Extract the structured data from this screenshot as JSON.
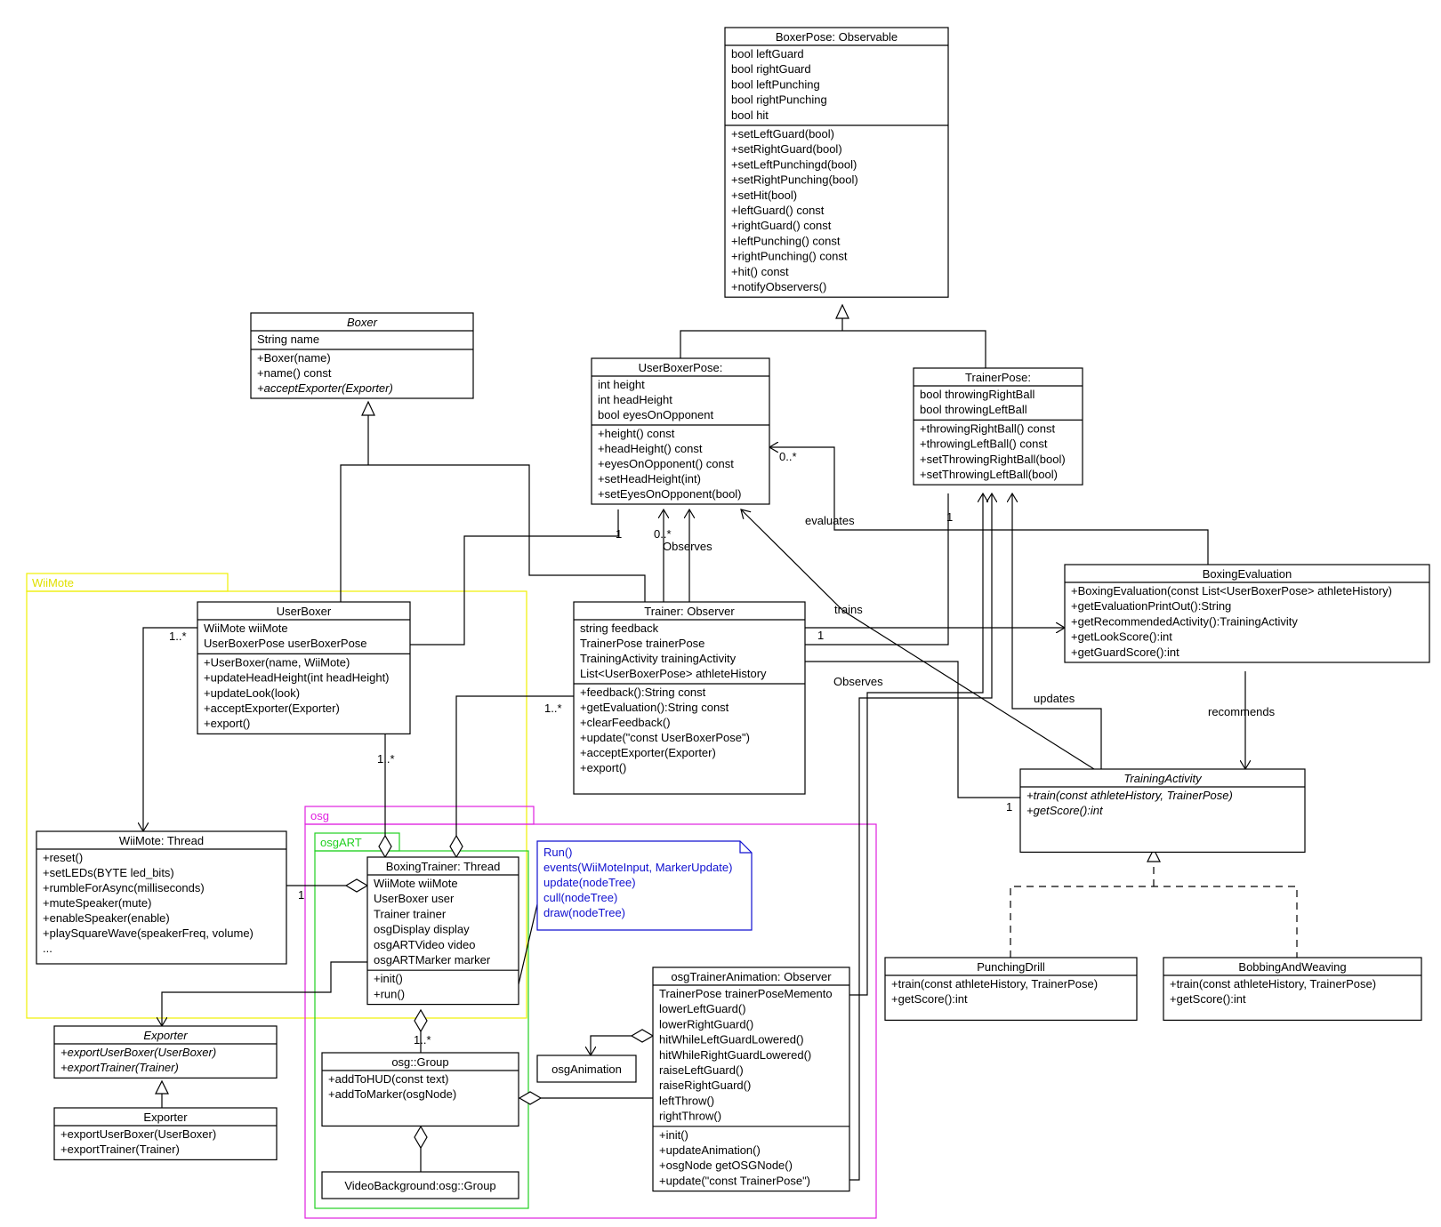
{
  "packages": [
    {
      "id": "wiimote",
      "name": "WiiMote",
      "color": "#f0f000"
    },
    {
      "id": "osg",
      "name": "osg",
      "color": "#e020e0"
    },
    {
      "id": "osgart",
      "name": "osgART",
      "color": "#20d020"
    }
  ],
  "classes": [
    {
      "id": "boxerpose",
      "name": "BoxerPose: Observable",
      "abstract": false,
      "attributes": [
        "bool leftGuard",
        "bool rightGuard",
        "bool leftPunching",
        "bool rightPunching",
        "bool hit"
      ],
      "methods": [
        "+setLeftGuard(bool)",
        "+setRightGuard(bool)",
        "+setLeftPunchingd(bool)",
        "+setRightPunching(bool)",
        "+setHit(bool)",
        "+leftGuard() const",
        "+rightGuard() const",
        "+leftPunching() const",
        "+rightPunching() const",
        "+hit() const",
        "+notifyObservers()"
      ]
    },
    {
      "id": "boxer",
      "name": "Boxer",
      "abstract": true,
      "attributes": [
        "String name"
      ],
      "methods": [
        "+Boxer(name)",
        "+name() const",
        "+acceptExporter(Exporter)"
      ],
      "italicMethods": [
        2
      ]
    },
    {
      "id": "userboxerpose",
      "name": "UserBoxerPose:",
      "abstract": false,
      "attributes": [
        "int height",
        "int headHeight",
        "bool eyesOnOpponent"
      ],
      "methods": [
        "+height() const",
        "+headHeight() const",
        "+eyesOnOpponent() const",
        "+setHeadHeight(int)",
        "+setEyesOnOpponent(bool)"
      ]
    },
    {
      "id": "trainerpose",
      "name": "TrainerPose:",
      "abstract": false,
      "attributes": [
        "bool throwingRightBall",
        "bool throwingLeftBall"
      ],
      "methods": [
        "+throwingRightBall() const",
        "+throwingLeftBall() const",
        "+setThrowingRightBall(bool)",
        "+setThrowingLeftBall(bool)"
      ]
    },
    {
      "id": "userboxer",
      "name": "UserBoxer",
      "abstract": false,
      "attributes": [
        "WiiMote wiiMote",
        "UserBoxerPose userBoxerPose"
      ],
      "methods": [
        "+UserBoxer(name, WiiMote)",
        "+updateHeadHeight(int headHeight)",
        "+updateLook(look)",
        "+acceptExporter(Exporter)",
        "+export()"
      ]
    },
    {
      "id": "trainer",
      "name": "Trainer: Observer",
      "abstract": false,
      "attributes": [
        "string feedback",
        "TrainerPose trainerPose",
        "TrainingActivity trainingActivity",
        "List<UserBoxerPose> athleteHistory"
      ],
      "methods": [
        "+feedback():String const",
        "+getEvaluation():String const",
        "+clearFeedback()",
        "+update(\"const UserBoxerPose\")",
        "+acceptExporter(Exporter)",
        "+export()"
      ]
    },
    {
      "id": "boxingevaluation",
      "name": "BoxingEvaluation",
      "abstract": false,
      "attributes": [],
      "methods": [
        "+BoxingEvaluation(const List<UserBoxerPose> athleteHistory)",
        "+getEvaluationPrintOut():String",
        "+getRecommendedActivity():TrainingActivity",
        "+getLookScore():int",
        "+getGuardScore():int"
      ]
    },
    {
      "id": "trainingactivity",
      "name": "TrainingActivity",
      "abstract": true,
      "attributes": [],
      "methods": [
        "+train(const athleteHistory, TrainerPose)",
        "+getScore():int"
      ],
      "italicMethods": [
        0,
        1
      ]
    },
    {
      "id": "wiimotethread",
      "name": "WiiMote: Thread",
      "abstract": false,
      "attributes": [],
      "methods": [
        "+reset()",
        "+setLEDs(BYTE led_bits)",
        "+rumbleForAsync(milliseconds)",
        "+muteSpeaker(mute)",
        "+enableSpeaker(enable)",
        "+playSquareWave(speakerFreq, volume)",
        "..."
      ]
    },
    {
      "id": "boxingtrainer",
      "name": "BoxingTrainer: Thread",
      "abstract": false,
      "attributes": [
        "WiiMote wiiMote",
        "UserBoxer user",
        "Trainer trainer",
        "osgDisplay display",
        "osgARTVideo video",
        "osgARTMarker marker"
      ],
      "methods": [
        "+init()",
        "+run()"
      ]
    },
    {
      "id": "exporter1",
      "name": "Exporter",
      "abstract": true,
      "attributes": [],
      "methods": [
        "+exportUserBoxer(UserBoxer)",
        "+exportTrainer(Trainer)"
      ],
      "italicMethods": [
        0,
        1
      ]
    },
    {
      "id": "exporter2",
      "name": "Exporter",
      "abstract": false,
      "attributes": [],
      "methods": [
        "+exportUserBoxer(UserBoxer)",
        "+exportTrainer(Trainer)"
      ]
    },
    {
      "id": "osggroup",
      "name": "osg::Group",
      "abstract": false,
      "attributes": [],
      "methods": [
        "+addToHUD(const text)",
        "+addToMarker(osgNode)"
      ]
    },
    {
      "id": "videobackground",
      "name": "VideoBackground:osg::Group",
      "abstract": false,
      "attributes": [],
      "methods": []
    },
    {
      "id": "osganimation",
      "name": "osgAnimation",
      "abstract": false,
      "attributes": [],
      "methods": []
    },
    {
      "id": "osgtraineranimation",
      "name": "osgTrainerAnimation: Observer",
      "abstract": false,
      "attributes": [
        "TrainerPose trainerPoseMemento",
        "lowerLeftGuard()",
        "lowerRightGuard()",
        "hitWhileLeftGuardLowered()",
        "hitWhileRightGuardLowered()",
        "raiseLeftGuard()",
        "raiseRightGuard()",
        "leftThrow()",
        "rightThrow()"
      ],
      "methods": [
        "+init()",
        "+updateAnimation()",
        "+osgNode getOSGNode()",
        "+update(\"const TrainerPose\")"
      ]
    },
    {
      "id": "punchingdrill",
      "name": "PunchingDrill",
      "abstract": false,
      "attributes": [],
      "methods": [
        "+train(const athleteHistory, TrainerPose)",
        "+getScore():int"
      ]
    },
    {
      "id": "bobbingandweaving",
      "name": "BobbingAndWeaving",
      "abstract": false,
      "attributes": [],
      "methods": [
        "+train(const athleteHistory, TrainerPose)",
        "+getScore():int"
      ]
    }
  ],
  "note": {
    "lines": [
      "Run()",
      "events(WiiMoteInput, MarkerUpdate)",
      "update(nodeTree)",
      "cull(nodeTree)",
      "draw(nodeTree)"
    ],
    "color": "#1010d0"
  },
  "labels": {
    "evaluates": "evaluates",
    "observes1": "Observes",
    "observes2": "Observes",
    "trains": "trains",
    "updates": "updates",
    "recommends": "recommends",
    "mult_0n_a": "0..*",
    "mult_0n_b": "0..*",
    "mult_1_a": "1",
    "mult_1_b": "1",
    "mult_1_c": "1",
    "mult_1_d": "1",
    "mult_1_e": "1",
    "mult_1n_a": "1..*",
    "mult_1n_b": "1..*",
    "mult_1n_c": "1..*",
    "mult_1n_d": "1..*"
  }
}
